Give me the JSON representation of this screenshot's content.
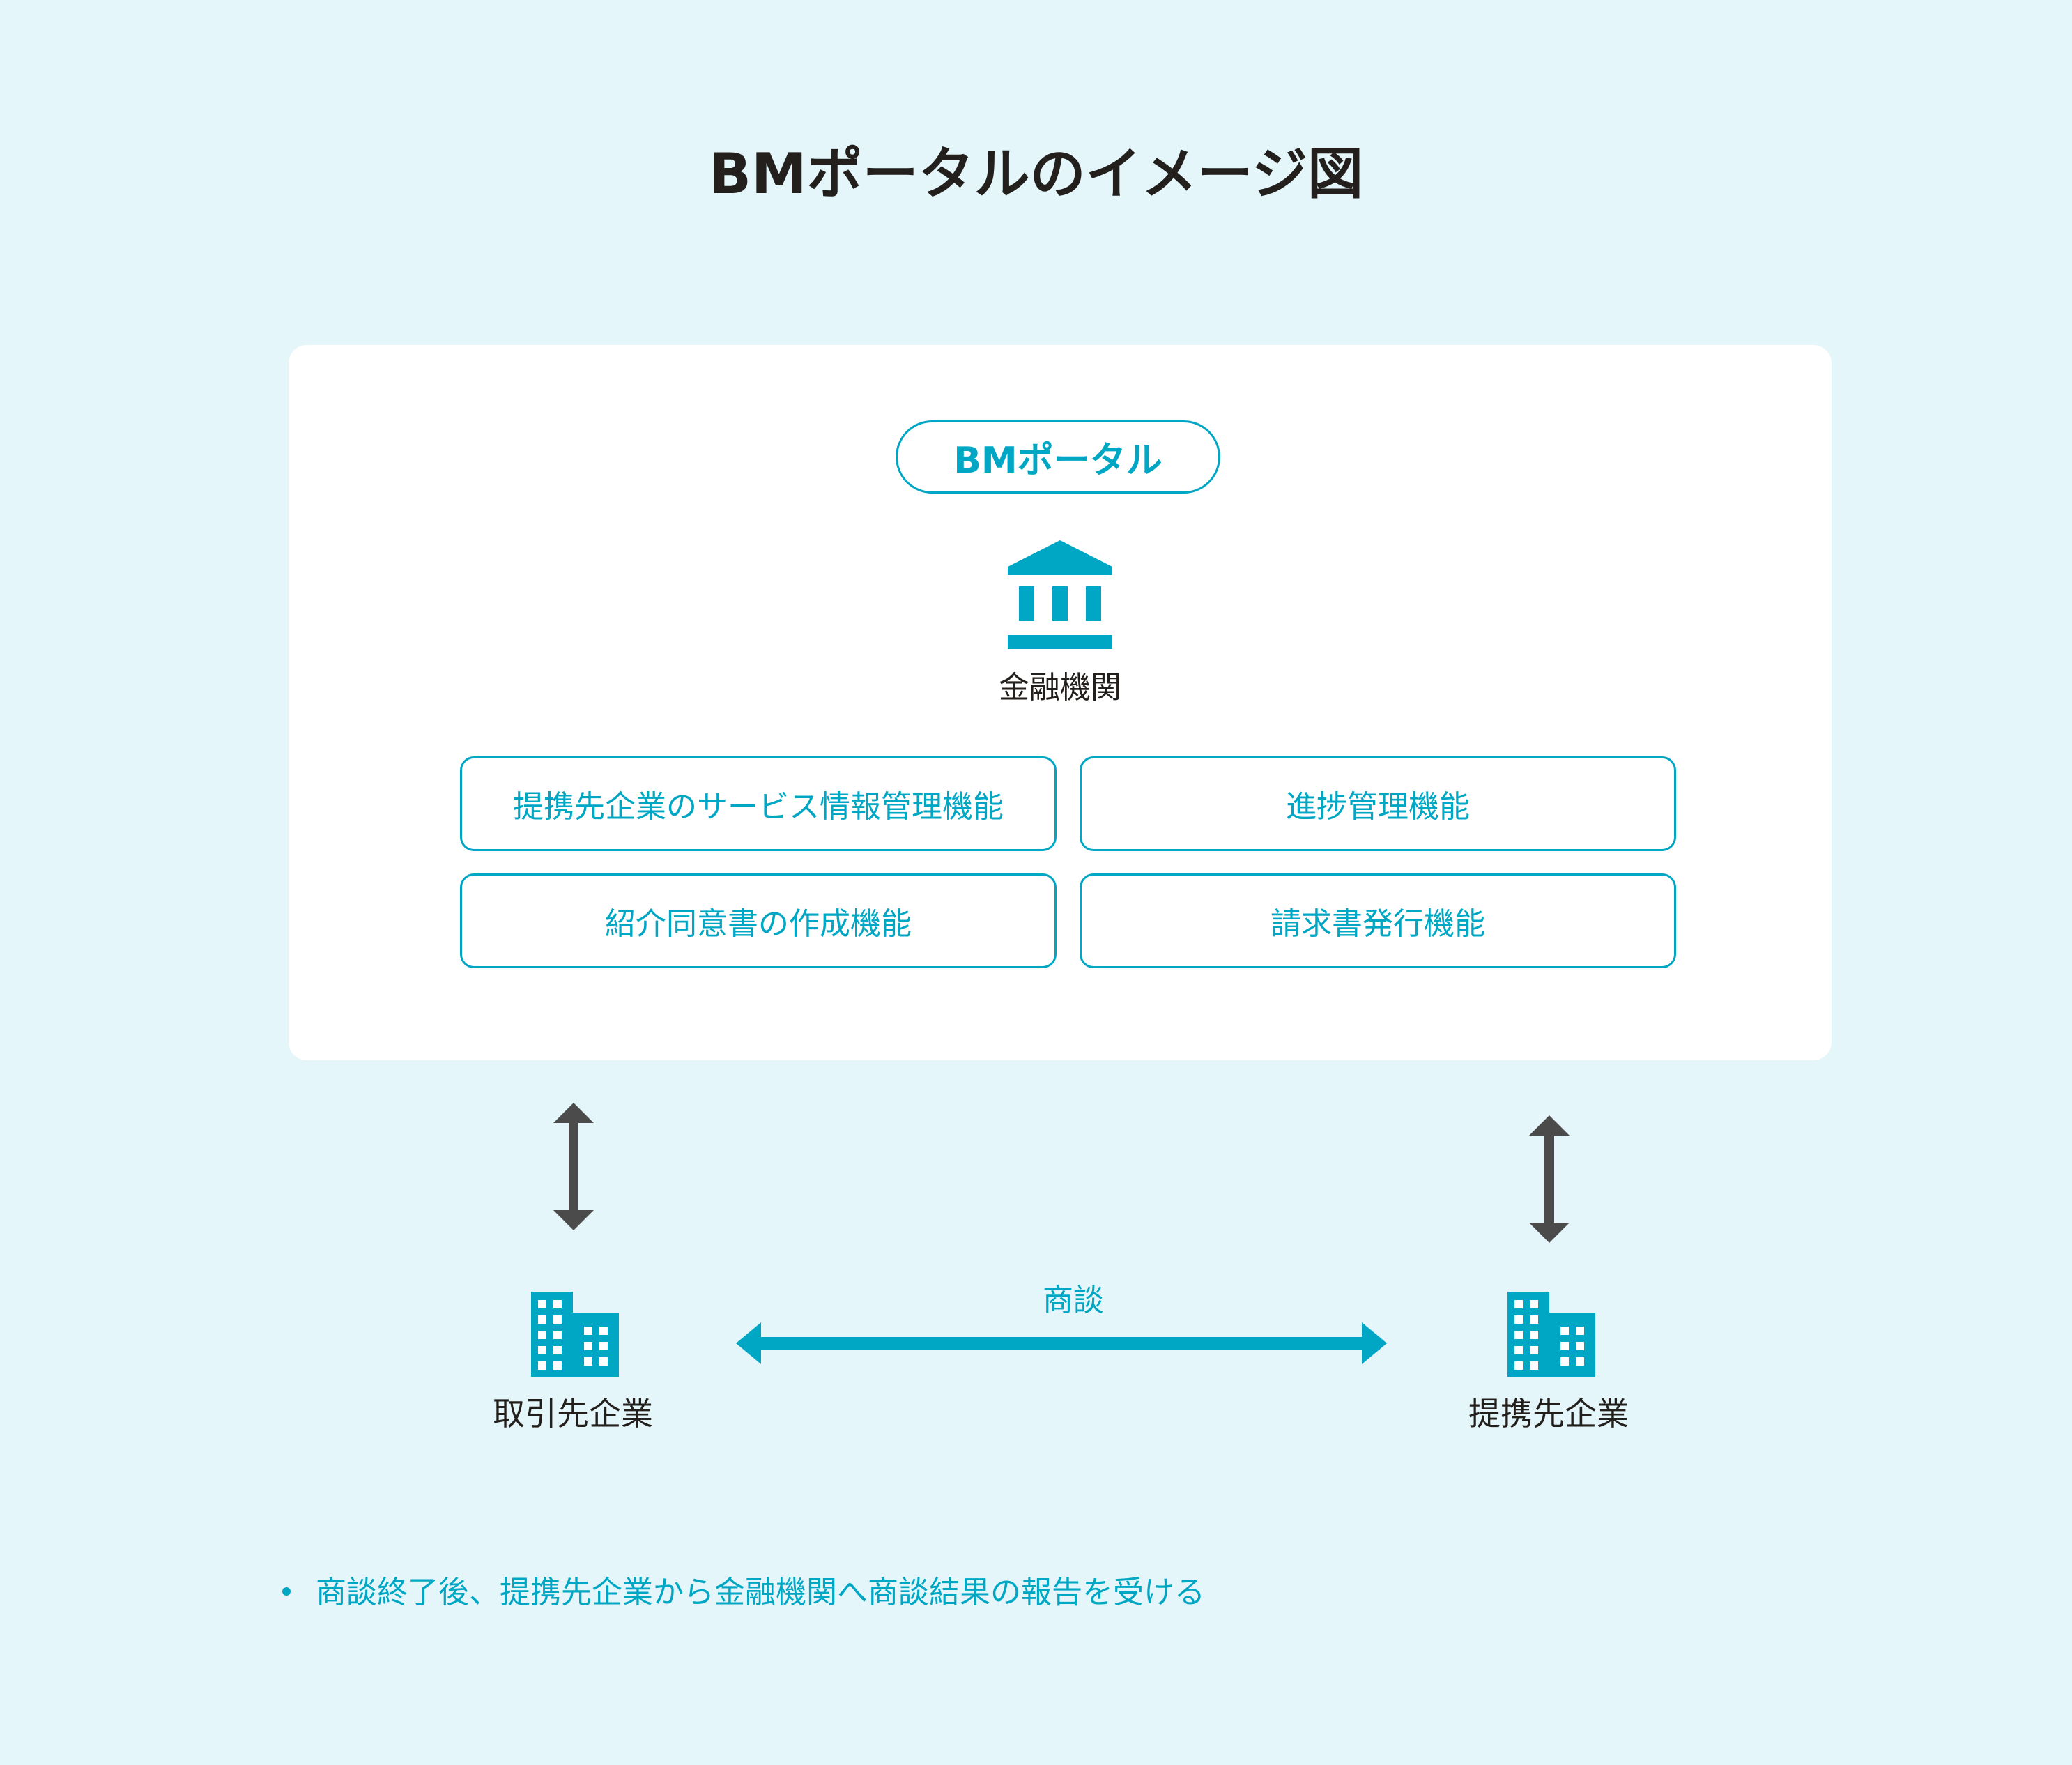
{
  "page_title": "BMポータルのイメージ図",
  "portal": {
    "label": "BMポータル",
    "bank_icon": "bank-building-icon",
    "bank_label": "金融機関",
    "features": [
      "提携先企業のサービス情報管理機能",
      "進捗管理機能",
      "紹介同意書の作成機能",
      "請求書発行機能"
    ]
  },
  "companies": {
    "left": {
      "icon": "office-building-icon",
      "label": "取引先企業"
    },
    "right": {
      "icon": "office-building-icon",
      "label": "提携先企業"
    }
  },
  "negotiation_label": "商談",
  "note": "商談終了後、提携先企業から金融機関へ商談結果の報告を受ける",
  "colors": {
    "background": "#e4f6f9",
    "card": "#ffffff",
    "accent": "#00a7c4",
    "arrow_dark": "#4b4b4b",
    "text": "#231f1c"
  }
}
